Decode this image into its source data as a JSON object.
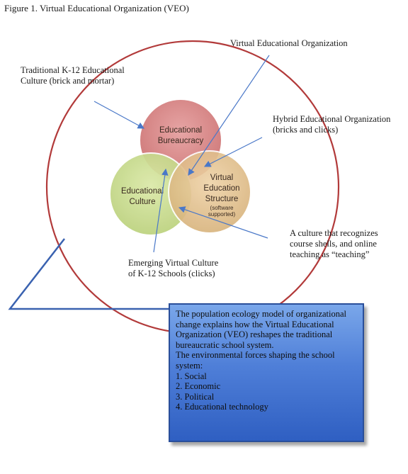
{
  "figure_title": "Figure 1. Virtual Educational Organization (VEO)",
  "labels": {
    "traditional": "Traditional K-12 Educational\nCulture (brick and mortar)",
    "virtual_org": "Virtual Educational Organization",
    "hybrid": "Hybrid Educational Organization\n(bricks and clicks)",
    "culture_recognizes": "A culture that recognizes\ncourse shells, and online\nteaching as “teaching”",
    "emerging": "Emerging Virtual Culture\nof K-12 Schools (clicks)"
  },
  "venn": {
    "bureaucracy": [
      "Educational",
      "Bureaucracy"
    ],
    "culture": [
      "Educational",
      "Culture"
    ],
    "structure": [
      "Virtual",
      "Education",
      "Structure"
    ],
    "structure_note": [
      "(software",
      "supported)"
    ]
  },
  "colors": {
    "big_circle": "#b23a3a",
    "bureaucracy": "#d98a8a",
    "culture": "#c9dc8e",
    "structure": "#e3c18e",
    "arrow": "#4a78c8"
  },
  "callout": {
    "intro": "The population ecology model of organizational change explains how the Virtual Educational Organization (VEO) reshapes the traditional bureaucratic school system.",
    "forces_heading": "The environmental forces shaping the school system:",
    "forces": [
      "1. Social",
      "2. Economic",
      "3. Political",
      "4. Educational technology"
    ]
  }
}
